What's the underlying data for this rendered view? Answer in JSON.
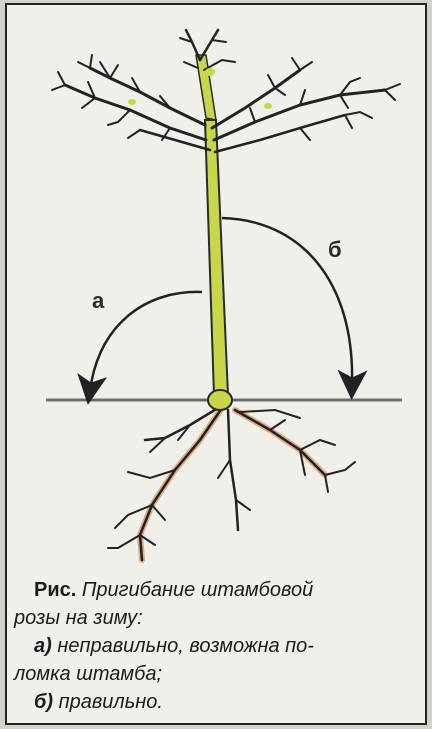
{
  "labels": {
    "a": "а",
    "b": "б"
  },
  "caption": {
    "prefix": "Рис.",
    "title_line1": " Пригибание штамбовой",
    "title_line2": "розы на зиму:",
    "item_a_marker": "а)",
    "item_a_line1": " неправильно, возможна по-",
    "item_a_line2": "ломка штамба;",
    "item_b_marker": "б)",
    "item_b_text": " правильно."
  },
  "colors": {
    "stem": "#c8d64a",
    "stem_outline": "#2a2a2a",
    "branches": "#222222",
    "root_tint": "#d9ab88",
    "ground_line": "#6d6d6d",
    "arrows": "#222222"
  }
}
